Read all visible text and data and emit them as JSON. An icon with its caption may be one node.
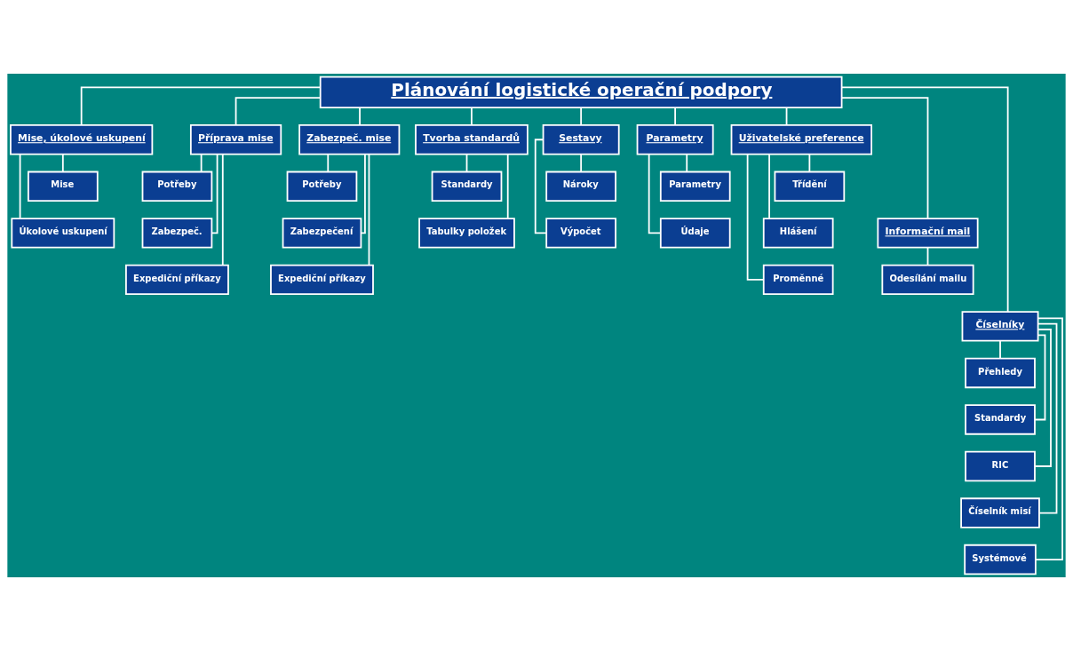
{
  "diagram": {
    "nodes": [
      {
        "text": [
          "Plánování logistické operační podpory"
        ]
      },
      {
        "text": [
          "Mise, úkolové uskupení"
        ]
      },
      {
        "text": [
          "Mise"
        ]
      },
      {
        "text": [
          "Úkolové uskupení"
        ]
      },
      {
        "text": [
          "Příprava mise"
        ]
      },
      {
        "text": [
          "Potřeby"
        ]
      },
      {
        "text": [
          "Zabezpeč."
        ]
      },
      {
        "text": [
          "Expediční příkazy"
        ]
      },
      {
        "text": [
          "Zabezpeč. mise"
        ]
      },
      {
        "text": [
          "Potřeby"
        ]
      },
      {
        "text": [
          "Zabezpečení"
        ]
      },
      {
        "text": [
          "Expediční příkazy"
        ]
      },
      {
        "text": [
          "Tvorba standardů"
        ]
      },
      {
        "text": [
          "Standardy"
        ]
      },
      {
        "text": [
          "Tabulky položek"
        ]
      },
      {
        "text": [
          "Sestavy"
        ]
      },
      {
        "text": [
          "Nároky"
        ]
      },
      {
        "text": [
          "Výpočet"
        ]
      },
      {
        "text": [
          "Parametry"
        ]
      },
      {
        "text": [
          "Parametry"
        ]
      },
      {
        "text": [
          "Údaje"
        ]
      },
      {
        "text": [
          "Uživatelské preference"
        ]
      },
      {
        "text": [
          "Třídění"
        ]
      },
      {
        "text": [
          "Hlášení"
        ]
      },
      {
        "text": [
          "Proměnné"
        ]
      },
      {
        "text": [
          "Informační mail"
        ]
      },
      {
        "text": [
          "Odesílání mailu"
        ]
      },
      {
        "text": [
          "Číselníky"
        ]
      },
      {
        "text": [
          "Přehledy"
        ]
      },
      {
        "text": [
          "Standardy"
        ]
      },
      {
        "text": [
          "RIC"
        ]
      },
      {
        "text": [
          "Číselník misí"
        ]
      },
      {
        "text": [
          "Systémové"
        ]
      }
    ],
    "edges": [
      {
        "from": 0,
        "to": 1,
        "arrow": "none"
      },
      {
        "from": 1,
        "to": 2,
        "arrow": "none"
      },
      {
        "from": 1,
        "to": 3,
        "arrow": "none"
      },
      {
        "from": 0,
        "to": 4,
        "arrow": "none"
      },
      {
        "from": 4,
        "to": 5,
        "arrow": "none"
      },
      {
        "from": 4,
        "to": 6,
        "arrow": "none"
      },
      {
        "from": 4,
        "to": 7,
        "arrow": "none"
      },
      {
        "from": 0,
        "to": 8,
        "arrow": "none"
      },
      {
        "from": 8,
        "to": 9,
        "arrow": "none"
      },
      {
        "from": 8,
        "to": 10,
        "arrow": "none"
      },
      {
        "from": 8,
        "to": 11,
        "arrow": "none"
      },
      {
        "from": 0,
        "to": 25,
        "arrow": "none"
      },
      {
        "from": 25,
        "to": 26,
        "arrow": "none"
      },
      {
        "from": 0,
        "to": 12,
        "arrow": "none"
      },
      {
        "from": 12,
        "to": 13,
        "arrow": "none"
      },
      {
        "from": 12,
        "to": 14,
        "arrow": "none"
      },
      {
        "from": 0,
        "to": 27,
        "arrow": "none"
      },
      {
        "from": 27,
        "to": 28,
        "arrow": "none"
      },
      {
        "from": 27,
        "to": 29,
        "arrow": "none"
      },
      {
        "from": 27,
        "to": 30,
        "arrow": "none"
      },
      {
        "from": 27,
        "to": 31,
        "arrow": "none"
      },
      {
        "from": 27,
        "to": 32,
        "arrow": "none"
      },
      {
        "from": 0,
        "to": 15,
        "arrow": "none"
      },
      {
        "from": 15,
        "to": 16,
        "arrow": "none"
      },
      {
        "from": 15,
        "to": 17,
        "arrow": "none"
      },
      {
        "from": 0,
        "to": 18,
        "arrow": "none"
      },
      {
        "from": 18,
        "to": 19,
        "arrow": "none"
      },
      {
        "from": 18,
        "to": 20,
        "arrow": "none"
      },
      {
        "from": 0,
        "to": 21,
        "arrow": "none"
      },
      {
        "from": 21,
        "to": 22,
        "arrow": "none"
      },
      {
        "from": 21,
        "to": 23,
        "arrow": "none"
      },
      {
        "from": 21,
        "to": 24,
        "arrow": "none"
      }
    ]
  }
}
